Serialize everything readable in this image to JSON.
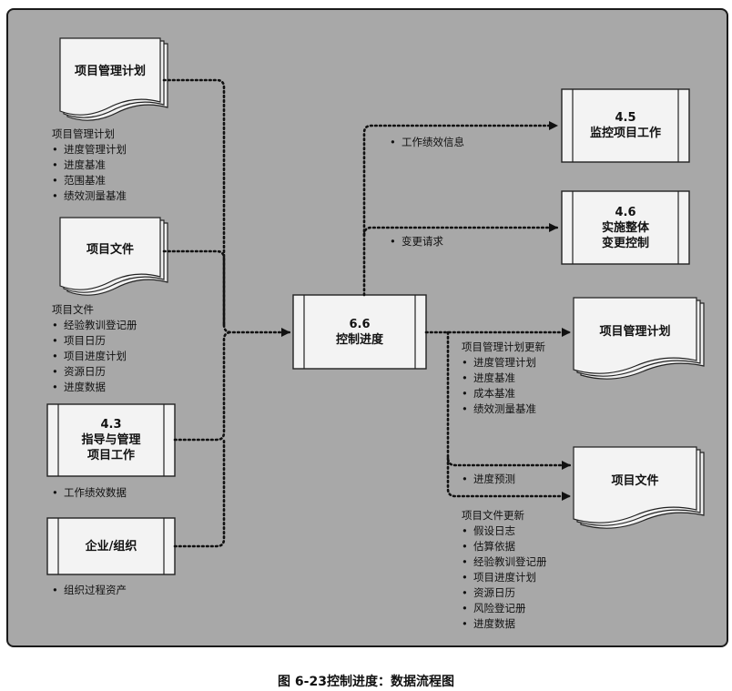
{
  "caption": "图 6-23控制进度：数据流程图",
  "process": {
    "number": "6.6",
    "name": "控制进度"
  },
  "inputs": {
    "pm_plan": {
      "title": "项目管理计划",
      "list_title": "项目管理计划",
      "items": [
        "进度管理计划",
        "进度基准",
        "范围基准",
        "绩效测量基准"
      ]
    },
    "project_docs": {
      "title": "项目文件",
      "list_title": "项目文件",
      "items": [
        "经验教训登记册",
        "项目日历",
        "项目进度计划",
        "资源日历",
        "进度数据"
      ]
    },
    "direct_manage": {
      "number": "4.3",
      "line1": "指导与管理",
      "line2": "项目工作",
      "items": [
        "工作绩效数据"
      ]
    },
    "enterprise": {
      "title": "企业/组织",
      "items": [
        "组织过程资产"
      ]
    }
  },
  "outputs": {
    "monitor": {
      "number": "4.5",
      "name": "监控项目工作",
      "flow_label": "工作绩效信息"
    },
    "change_ctrl": {
      "number": "4.6",
      "line1": "实施整体",
      "line2": "变更控制",
      "flow_label": "变更请求"
    },
    "pm_plan_out": {
      "title": "项目管理计划",
      "list_title": "项目管理计划更新",
      "items": [
        "进度管理计划",
        "进度基准",
        "成本基准",
        "绩效测量基准"
      ]
    },
    "docs_out": {
      "title": "项目文件",
      "flow_label": "进度预测",
      "list_title": "项目文件更新",
      "items": [
        "假设日志",
        "估算依据",
        "经验教训登记册",
        "项目进度计划",
        "资源日历",
        "风险登记册",
        "进度数据"
      ]
    }
  }
}
